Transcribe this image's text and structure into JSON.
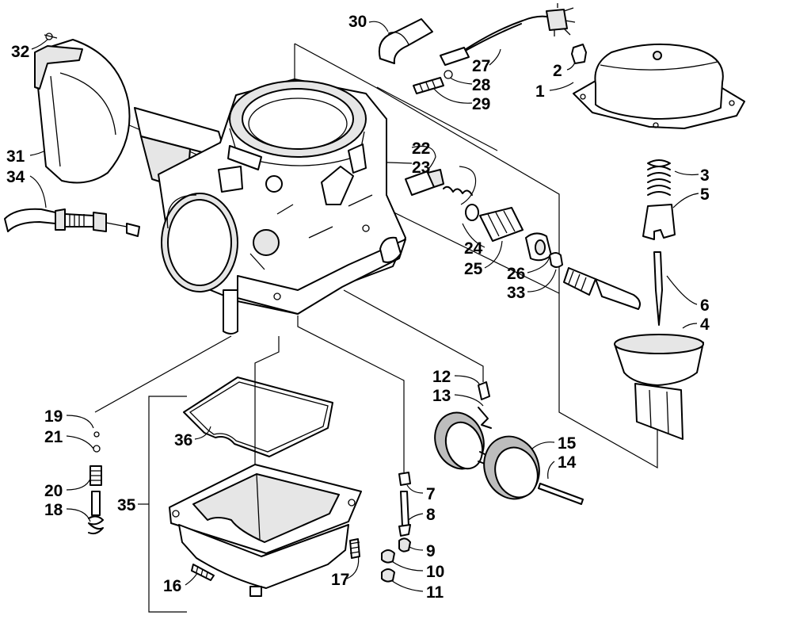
{
  "diagram": {
    "callouts": [
      {
        "id": "c1",
        "text": "1"
      },
      {
        "id": "c2",
        "text": "2"
      },
      {
        "id": "c3",
        "text": "3"
      },
      {
        "id": "c4",
        "text": "4"
      },
      {
        "id": "c5",
        "text": "5"
      },
      {
        "id": "c6",
        "text": "6"
      },
      {
        "id": "c7",
        "text": "7"
      },
      {
        "id": "c8",
        "text": "8"
      },
      {
        "id": "c9",
        "text": "9"
      },
      {
        "id": "c10",
        "text": "10"
      },
      {
        "id": "c11",
        "text": "11"
      },
      {
        "id": "c12",
        "text": "12"
      },
      {
        "id": "c13",
        "text": "13"
      },
      {
        "id": "c14",
        "text": "14"
      },
      {
        "id": "c15",
        "text": "15"
      },
      {
        "id": "c16",
        "text": "16"
      },
      {
        "id": "c17",
        "text": "17"
      },
      {
        "id": "c18",
        "text": "18"
      },
      {
        "id": "c19",
        "text": "19"
      },
      {
        "id": "c20",
        "text": "20"
      },
      {
        "id": "c21",
        "text": "21"
      },
      {
        "id": "c22",
        "text": "22"
      },
      {
        "id": "c23",
        "text": "23"
      },
      {
        "id": "c24",
        "text": "24"
      },
      {
        "id": "c25",
        "text": "25"
      },
      {
        "id": "c26",
        "text": "26"
      },
      {
        "id": "c27",
        "text": "27"
      },
      {
        "id": "c28",
        "text": "28"
      },
      {
        "id": "c29",
        "text": "29"
      },
      {
        "id": "c30",
        "text": "30"
      },
      {
        "id": "c31",
        "text": "31"
      },
      {
        "id": "c32",
        "text": "32"
      },
      {
        "id": "c33",
        "text": "33"
      },
      {
        "id": "c34",
        "text": "34"
      },
      {
        "id": "c35",
        "text": "35"
      },
      {
        "id": "c36",
        "text": "36"
      }
    ]
  }
}
